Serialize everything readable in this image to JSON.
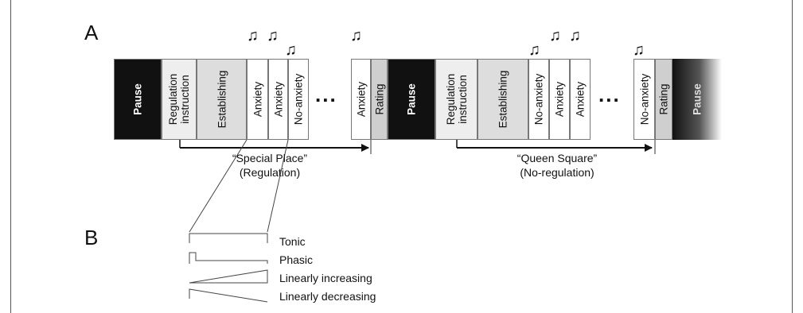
{
  "panel_a_label": "A",
  "panel_b_label": "B",
  "note_icon": "music-note-icon",
  "run1": {
    "pause": "Pause",
    "regulation_instruction": "Regulation\ninstruction",
    "establishing": "Establishing",
    "anxiety_1": "Anxiety",
    "anxiety_2": "Anxiety",
    "no_anxiety": "No-anxiety",
    "ellipsis": "...",
    "anxiety_last": "Anxiety",
    "rating": "Rating",
    "caption": "“Special Place”\n(Regulation)"
  },
  "run2": {
    "pause": "Pause",
    "regulation_instruction": "Regulation\ninstruction",
    "establishing": "Establishing",
    "no_anxiety": "No-anxiety",
    "anxiety_1": "Anxiety",
    "anxiety_2": "Anxiety",
    "ellipsis": "...",
    "no_anxiety_last": "No-anxiety",
    "rating": "Rating",
    "pause_end": "Pause",
    "caption": "“Queen Square”\n(No-regulation)"
  },
  "legend": {
    "tonic": "Tonic",
    "phasic": "Phasic",
    "linear_increasing": "Linearly increasing",
    "linear_decreasing": "Linearly decreasing"
  },
  "colors": {
    "pause": "#111111",
    "establishing": "#dddddd",
    "rating": "#cfcfcf",
    "white_block": "#ffffff"
  }
}
